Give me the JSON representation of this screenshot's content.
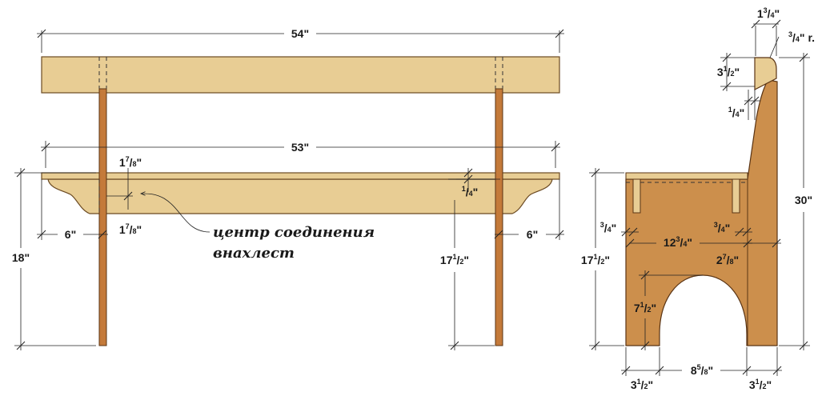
{
  "diagram": {
    "front_view": {
      "overall_length": {
        "whole": "54\""
      },
      "seat_length": {
        "whole": "53\""
      },
      "seat_height": {
        "whole": "18\""
      },
      "leg_inset_left": {
        "whole": "6\""
      },
      "leg_inset_right": {
        "whole": "6\""
      },
      "lap_offset_top": {
        "whole": "1",
        "num": "7",
        "den": "8",
        "unit": "\""
      },
      "lap_offset_bottom": {
        "whole": "1",
        "num": "7",
        "den": "8",
        "unit": "\""
      },
      "seat_gap": {
        "whole": "",
        "num": "1",
        "den": "4",
        "unit": "\""
      },
      "leg_height": {
        "whole": "17",
        "num": "1",
        "den": "2",
        "unit": "\""
      },
      "annotation_line1": "центр соединения",
      "annotation_line2": "внахлест"
    },
    "side_view": {
      "top_rail_width": {
        "whole": "1",
        "num": "3",
        "den": "4",
        "unit": "\""
      },
      "top_radius": {
        "whole": "",
        "num": "3",
        "den": "4",
        "unit": "\" r."
      },
      "top_rail_height": {
        "whole": "3",
        "num": "1",
        "den": "2",
        "unit": "\""
      },
      "back_offset": {
        "whole": "",
        "num": "1",
        "den": "4",
        "unit": "\""
      },
      "overall_height": {
        "whole": "30\""
      },
      "side_height": {
        "whole": "17",
        "num": "1",
        "den": "2",
        "unit": "\""
      },
      "inset_left": {
        "whole": "",
        "num": "3",
        "den": "4",
        "unit": "\""
      },
      "inset_right": {
        "whole": "",
        "num": "3",
        "den": "4",
        "unit": "\""
      },
      "inner_width": {
        "whole": "12",
        "num": "3",
        "den": "4",
        "unit": "\""
      },
      "back_thickness": {
        "whole": "2",
        "num": "7",
        "den": "8",
        "unit": "\""
      },
      "arch_height": {
        "whole": "7",
        "num": "1",
        "den": "2",
        "unit": "\""
      },
      "foot_left": {
        "whole": "3",
        "num": "1",
        "den": "2",
        "unit": "\""
      },
      "arch_width": {
        "whole": "8",
        "num": "5",
        "den": "8",
        "unit": "\""
      },
      "foot_right": {
        "whole": "3",
        "num": "1",
        "den": "2",
        "unit": "\""
      }
    },
    "colors": {
      "board": "#e8cd94",
      "board_stroke": "#6b4a22",
      "side_panel": "#cc8f4c",
      "leg": "#c47a3a"
    }
  }
}
